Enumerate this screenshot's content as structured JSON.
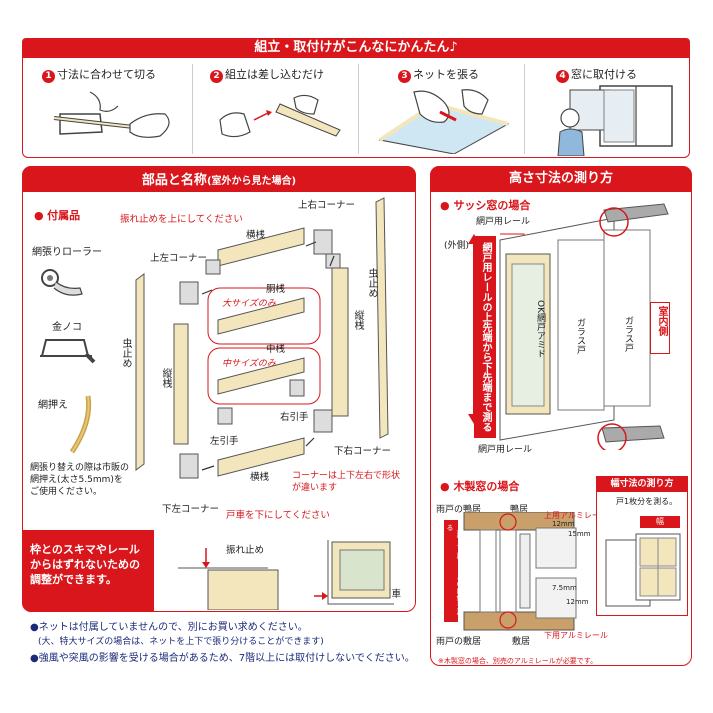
{
  "top": {
    "title": "組立・取付けがこんなにかんたん♪",
    "steps": [
      {
        "num": "1",
        "label": "寸法に合わせて切る"
      },
      {
        "num": "2",
        "label": "組立は差し込むだけ"
      },
      {
        "num": "3",
        "label": "ネットを張る"
      },
      {
        "num": "4",
        "label": "窓に取付ける"
      }
    ]
  },
  "parts": {
    "title": "部品と名称",
    "subtitle": "(室外から見た場合)",
    "accessories_title": "付属品",
    "accessories": [
      "網張りローラー",
      "金ノコ",
      "網押え"
    ],
    "accessory_note": "網張り替えの際は市販の網押え(太さ5.5mm)をご使用ください。",
    "labels": {
      "furedome_top": "振れ止めを上にしてください",
      "kamishita_top": "上左コーナー",
      "migi_ue": "上右コーナー",
      "yokosan_top": "横桟",
      "dosan": "胴桟",
      "chusan": "中桟",
      "big_only1": "大サイズのみ",
      "big_only2": "中サイズのみ",
      "tatesan_left": "縦桟",
      "tatesan_right": "縦桟",
      "mushidome_left": "虫止め",
      "mushidome_right": "虫止め",
      "hidari_hikite": "左引手",
      "migi_hikite": "右引手",
      "shita_migi": "下右コーナー",
      "yokosan_bottom": "横桟",
      "shita_hidari": "下左コーナー",
      "corner_note": "コーナーは上下左右で形状が違います",
      "togurma_bottom": "戸車を下にしてください"
    },
    "red_box": "枠とのスキマやレールからはずれないための調整ができます。",
    "furedome": "振れ止め",
    "togurma": "戸車"
  },
  "height": {
    "title": "高さ寸法の測り方",
    "sash_title": "サッシ窓の場合",
    "amido_rail_top": "網戸用レール",
    "outside": "(外側)",
    "measure_text": "網戸用レールの上先端から下先端まで測る",
    "ok_label": "OK網戸アミド",
    "glass1": "ガラス戸",
    "glass2": "ガラス戸",
    "inside": "室内側",
    "amido_rail_bottom": "網戸用レール",
    "wood_title": "木製窓の場合",
    "width_title": "幅寸法の測り方",
    "width_note": "戸1枚分を測る。",
    "width_label": "幅",
    "amado_kamoi": "雨戸の鴨居",
    "kamoi": "鴨居",
    "upper_rail": "上用アルミレール",
    "dim_12": "12mm",
    "dim_15": "15mm",
    "dim_75": "7.5mm",
    "dim_12b": "12mm",
    "lower_rail": "下用アルミレール",
    "amado_shikii": "雨戸の敷居",
    "shikii": "敷居",
    "wood_measure": "上用・下用レールの内側を測る",
    "wood_note": "※木製窓の場合、別売のアルミレールが必要です。"
  },
  "notes": [
    "●ネットは付属していませんので、別にお買い求めください。",
    "(大、特大サイズの場合は、ネットを上下で張り分けることができます)",
    "●強風や突風の影響を受ける場合があるため、7階以上には取付けしないでください。"
  ],
  "colors": {
    "brand_red": "#d8161b",
    "frame_cream": "#f3e6bc",
    "navy": "#1b2a7a"
  }
}
